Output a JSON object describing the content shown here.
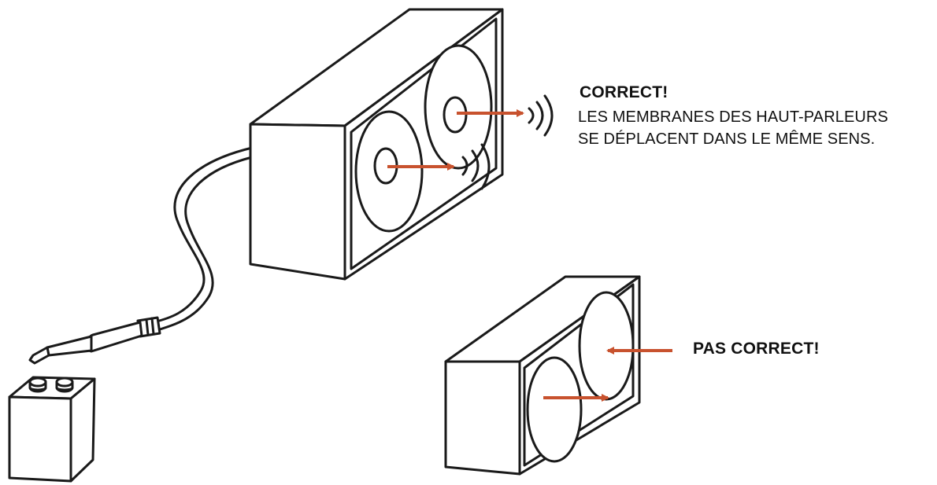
{
  "colors": {
    "arrow": "#c8522e",
    "stroke": "#1a1a1a",
    "background": "#ffffff"
  },
  "annotations": {
    "correct": {
      "title": "CORRECT!",
      "line1": "LES MEMBRANES DES HAUT-PARLEURS",
      "line2": "SE DÉPLACENT DANS LE MÊME SENS."
    },
    "incorrect": {
      "title": "PAS CORRECT!"
    }
  },
  "icons": {
    "battery": "battery-9v-icon",
    "plug": "jack-plug-icon",
    "cable": "cable-icon",
    "speaker_correct": "speaker-cabinet-icon",
    "speaker_incorrect": "speaker-cabinet-icon",
    "sound_waves": "sound-waves-icon",
    "arrow": "arrow-right-icon"
  }
}
